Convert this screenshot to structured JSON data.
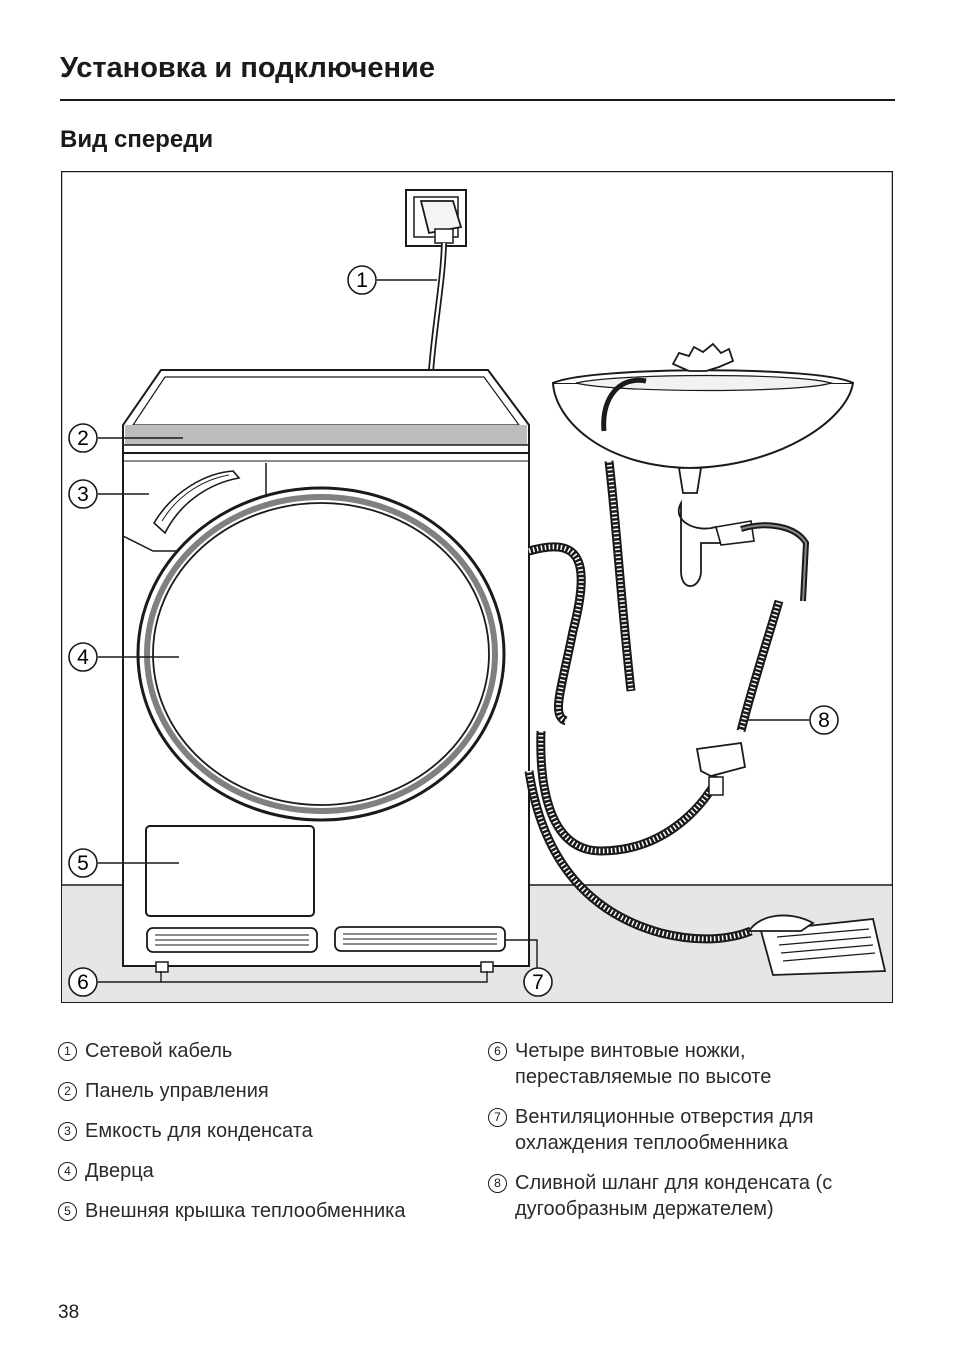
{
  "header": {
    "title": "Установка и подключение"
  },
  "section": {
    "title": "Вид спереди"
  },
  "figure": {
    "callouts": [
      "1",
      "2",
      "3",
      "4",
      "5",
      "6",
      "7",
      "8"
    ]
  },
  "legend": {
    "left": [
      {
        "num": "1",
        "text": "Сетевой кабель"
      },
      {
        "num": "2",
        "text": "Панель управления"
      },
      {
        "num": "3",
        "text": "Емкость для конденсата"
      },
      {
        "num": "4",
        "text": "Дверца"
      },
      {
        "num": "5",
        "text": "Внешняя крышка теплообменника"
      }
    ],
    "right": [
      {
        "num": "6",
        "text": "Четыре винтовые ножки, переставляемые по высоте"
      },
      {
        "num": "7",
        "text": "Вентиляционные отверстия для охлаждения теплообменника"
      },
      {
        "num": "8",
        "text": "Сливной шланг для конденсата (с дугообразным держателем)"
      }
    ]
  },
  "footer": {
    "page_number": "38"
  }
}
